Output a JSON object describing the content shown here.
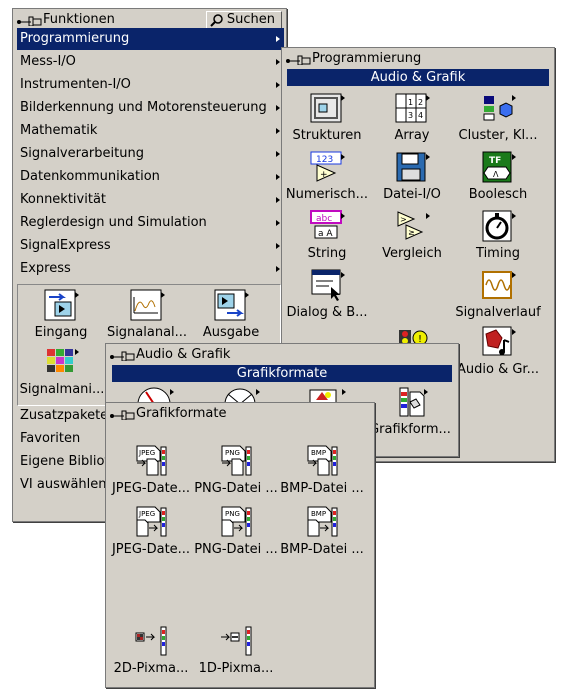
{
  "functions": {
    "title": "Funktionen",
    "search_label": "Suchen",
    "menu": [
      "Programmierung",
      "Mess-I/O",
      "Instrumenten-I/O",
      "Bilderkennung und Motorensteuerung",
      "Mathematik",
      "Signalverarbeitung",
      "Datenkommunikation",
      "Konnektivität",
      "Reglerdesign und Simulation",
      "SignalExpress",
      "Express"
    ],
    "express_tiles": [
      "Eingang",
      "Signalanal...",
      "Ausgabe",
      "Signalmani..."
    ],
    "bottom_items": [
      "Zusatzpakete",
      "Favoriten",
      "Eigene Bibliotheken",
      "VI auswählen..."
    ]
  },
  "programmierung": {
    "title": "Programmierung",
    "header": "Audio & Grafik",
    "tiles": [
      "Strukturen",
      "Array",
      "Cluster, Kl...",
      "Numerisch...",
      "Datei-I/O",
      "Boolesch",
      "String",
      "Vergleich",
      "Timing",
      "Dialog & B...",
      "Signalverlauf",
      "Audio & Gr..."
    ]
  },
  "audio_grafik": {
    "title": "Audio & Grafik",
    "header": "Grafikformate",
    "tiles": [
      "Grafikform..."
    ]
  },
  "grafikformate": {
    "title": "Grafikformate",
    "tiles": [
      "JPEG-Date...",
      "PNG-Datei ...",
      "BMP-Datei ...",
      "JPEG-Date...",
      "PNG-Datei ...",
      "BMP-Datei ...",
      "2D-Pixma...",
      "1D-Pixma..."
    ],
    "icon_text": [
      "JPEG",
      "PNG",
      "BMP",
      "JPEG",
      "PNG",
      "BMP"
    ]
  }
}
